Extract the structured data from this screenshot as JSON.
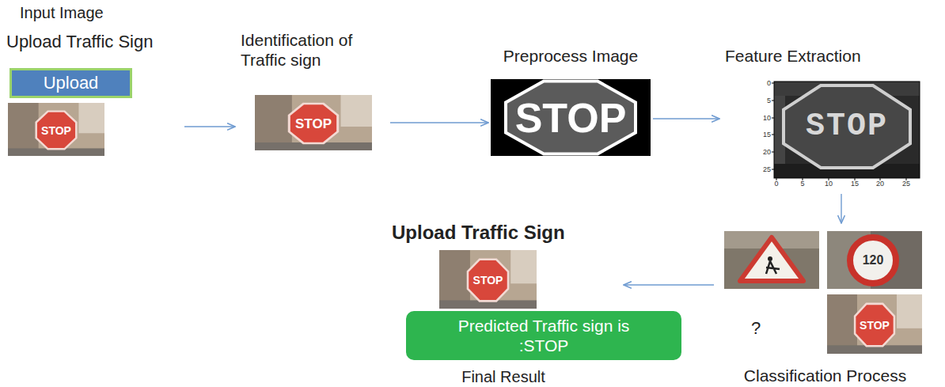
{
  "diagram": {
    "nodes": [
      {
        "text": [
          "Input Image",
          "Upload Traffic Sign"
        ]
      },
      {
        "text": [
          "Upload"
        ],
        "in": 0
      },
      {
        "text": [
          "Identification of Traffic sign"
        ]
      },
      {
        "text": [
          "Preprocess Image"
        ]
      },
      {
        "text": [
          "Feature Extraction"
        ]
      },
      {
        "text": [
          "Classification Process"
        ]
      },
      {
        "text": [
          "Upload Traffic Sign"
        ]
      },
      {
        "text": [
          "Predicted Traffic sign is :STOP"
        ]
      }
    ],
    "edges": [
      {
        "from": 0,
        "to": 2,
        "arrow": "to"
      },
      {
        "from": 2,
        "to": 3,
        "arrow": "to"
      },
      {
        "from": 3,
        "to": 4,
        "arrow": "to"
      },
      {
        "from": 4,
        "to": 5,
        "arrow": "to"
      },
      {
        "from": 5,
        "to": 6,
        "arrow": "to"
      }
    ],
    "labels": [
      "STOP",
      "STOP",
      "STOP",
      "STOP",
      "0",
      "5",
      "10",
      "15",
      "20",
      "25",
      "0",
      "5",
      "10",
      "15",
      "20",
      "25",
      "120",
      "?",
      "STOP",
      "STOP",
      "Final Result"
    ]
  }
}
